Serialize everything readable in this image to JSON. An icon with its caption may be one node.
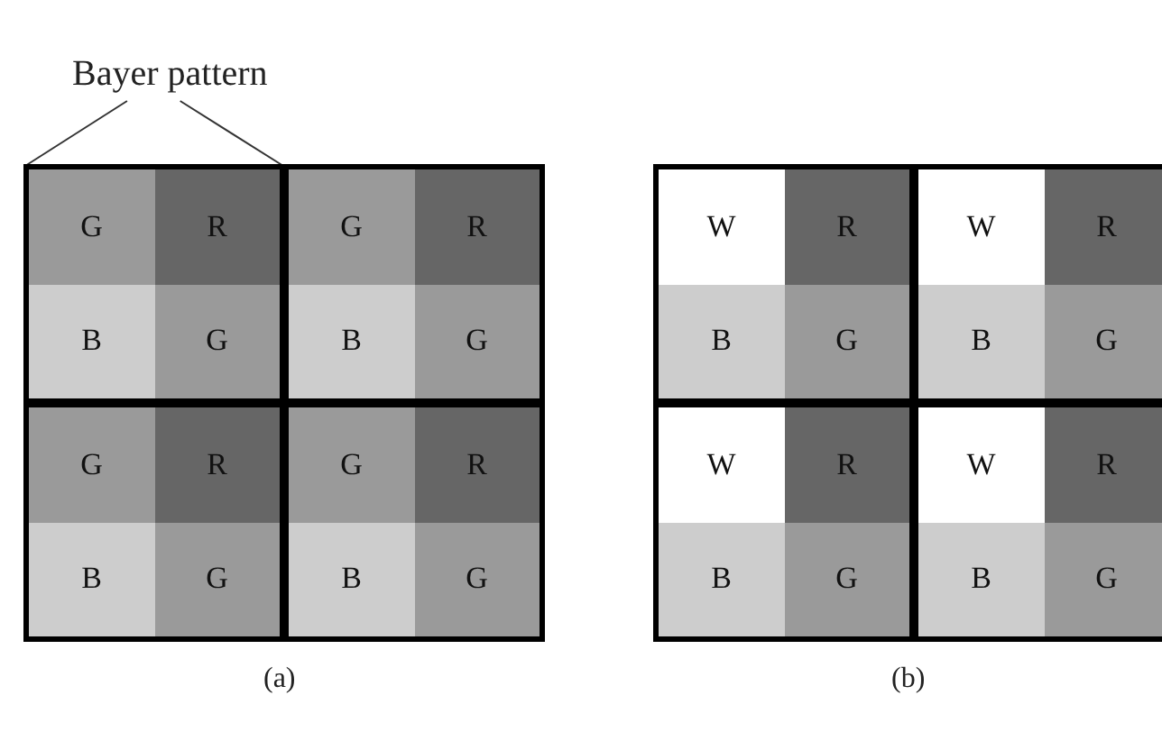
{
  "diagram": {
    "nodes": [
      {
        "text": [
          "Bayer pattern"
        ]
      },
      {
        "text": [],
        "shape": "box"
      },
      {
        "text": [
          "G"
        ],
        "in": 1
      },
      {
        "text": [
          "R"
        ],
        "in": 1
      },
      {
        "text": [
          "B"
        ],
        "in": 1
      },
      {
        "text": [
          "G"
        ],
        "in": 1
      },
      {
        "text": [],
        "shape": "box"
      },
      {
        "text": [
          "G"
        ],
        "in": 6
      },
      {
        "text": [
          "R"
        ],
        "in": 6
      },
      {
        "text": [
          "B"
        ],
        "in": 6
      },
      {
        "text": [
          "G"
        ],
        "in": 6
      },
      {
        "text": [],
        "shape": "box"
      },
      {
        "text": [
          "G"
        ],
        "in": 11
      },
      {
        "text": [
          "R"
        ],
        "in": 11
      },
      {
        "text": [
          "B"
        ],
        "in": 11
      },
      {
        "text": [
          "G"
        ],
        "in": 11
      },
      {
        "text": [],
        "shape": "box"
      },
      {
        "text": [
          "G"
        ],
        "in": 16
      },
      {
        "text": [
          "R"
        ],
        "in": 16
      },
      {
        "text": [
          "B"
        ],
        "in": 16
      },
      {
        "text": [
          "G"
        ],
        "in": 16
      },
      {
        "text": [],
        "shape": "box"
      },
      {
        "text": [
          "W"
        ],
        "in": 21
      },
      {
        "text": [
          "R"
        ],
        "in": 21
      },
      {
        "text": [
          "B"
        ],
        "in": 21
      },
      {
        "text": [
          "G"
        ],
        "in": 21
      },
      {
        "text": [],
        "shape": "box"
      },
      {
        "text": [
          "W"
        ],
        "in": 26
      },
      {
        "text": [
          "R"
        ],
        "in": 26
      },
      {
        "text": [
          "B"
        ],
        "in": 26
      },
      {
        "text": [
          "G"
        ],
        "in": 26
      },
      {
        "text": [],
        "shape": "box"
      },
      {
        "text": [
          "W"
        ],
        "in": 31
      },
      {
        "text": [
          "R"
        ],
        "in": 31
      },
      {
        "text": [
          "B"
        ],
        "in": 31
      },
      {
        "text": [
          "G"
        ],
        "in": 31
      },
      {
        "text": [],
        "shape": "box"
      },
      {
        "text": [
          "W"
        ],
        "in": 36
      },
      {
        "text": [
          "R"
        ],
        "in": 36
      },
      {
        "text": [
          "B"
        ],
        "in": 36
      },
      {
        "text": [
          "G"
        ],
        "in": 36
      }
    ],
    "edges": [
      {
        "from": 0,
        "to": 1,
        "arrow": "none"
      },
      {
        "from": 0,
        "to": 1,
        "arrow": "none"
      }
    ],
    "labels": [
      "(a)",
      "(b)"
    ]
  }
}
